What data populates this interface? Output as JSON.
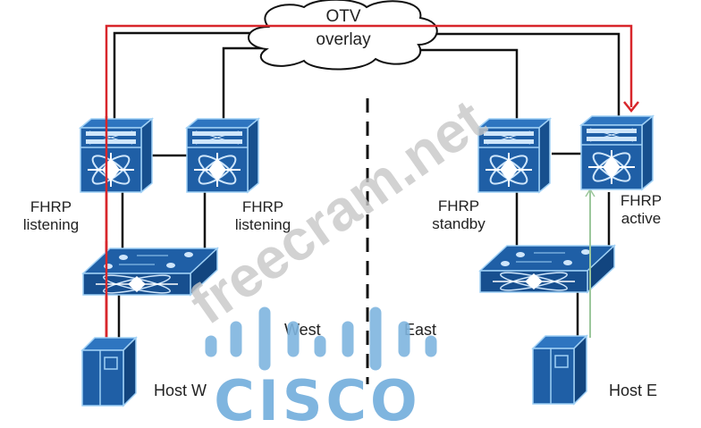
{
  "cloud": {
    "line1": "OTV",
    "line2": "overlay"
  },
  "sites": {
    "west": "West",
    "east": "East"
  },
  "routers": [
    {
      "id": "west-1",
      "role_line1": "FHRP",
      "role_line2": "listening"
    },
    {
      "id": "west-2",
      "role_line1": "FHRP",
      "role_line2": "listening"
    },
    {
      "id": "east-1",
      "role_line1": "FHRP",
      "role_line2": "standby"
    },
    {
      "id": "east-2",
      "role_line1": "FHRP",
      "role_line2": "active"
    }
  ],
  "hosts": [
    {
      "id": "host-w",
      "label": "Host W"
    },
    {
      "id": "host-e",
      "label": "Host E"
    }
  ],
  "watermark": {
    "text": "freecram.net",
    "logo": "CISCO"
  },
  "colors": {
    "device_blue": "#1f5fa6",
    "device_dark": "#0f3f78",
    "path_red": "#d8262b",
    "path_green": "#9cc79c",
    "cisco_logo": "#7fb5df"
  }
}
